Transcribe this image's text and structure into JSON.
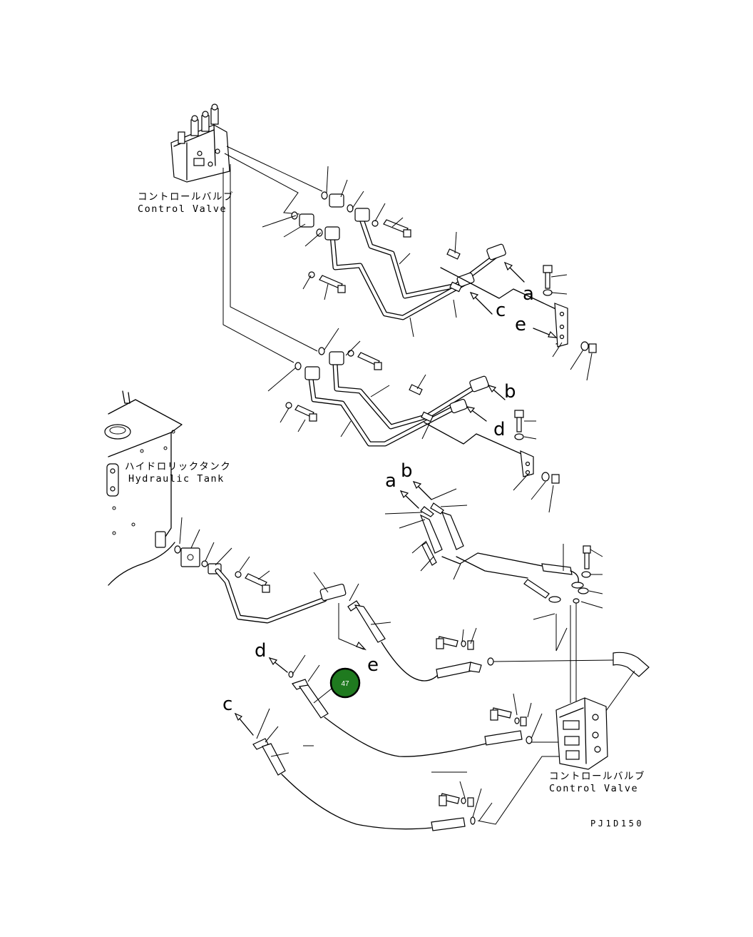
{
  "labels": {
    "control_valve_top_jp": "コントロールバルブ",
    "control_valve_top_en": "Control Valve",
    "hydraulic_tank_jp": "ハイドロリックタンク",
    "hydraulic_tank_en": "Hydraulic Tank",
    "control_valve_bottom_jp": "コントロールバルブ",
    "control_valve_bottom_en": "Control Valve",
    "drawing_code": "PJ1D150"
  },
  "connection_letters": {
    "a_top": "a",
    "c_top": "c",
    "e_top": "e",
    "b_mid": "b",
    "d_mid": "d",
    "a_low": "a",
    "b_low": "b",
    "d_bottom": "d",
    "e_bottom": "e",
    "c_bottom": "c"
  },
  "callout": {
    "number": "47",
    "color": "#1f7a1f"
  }
}
